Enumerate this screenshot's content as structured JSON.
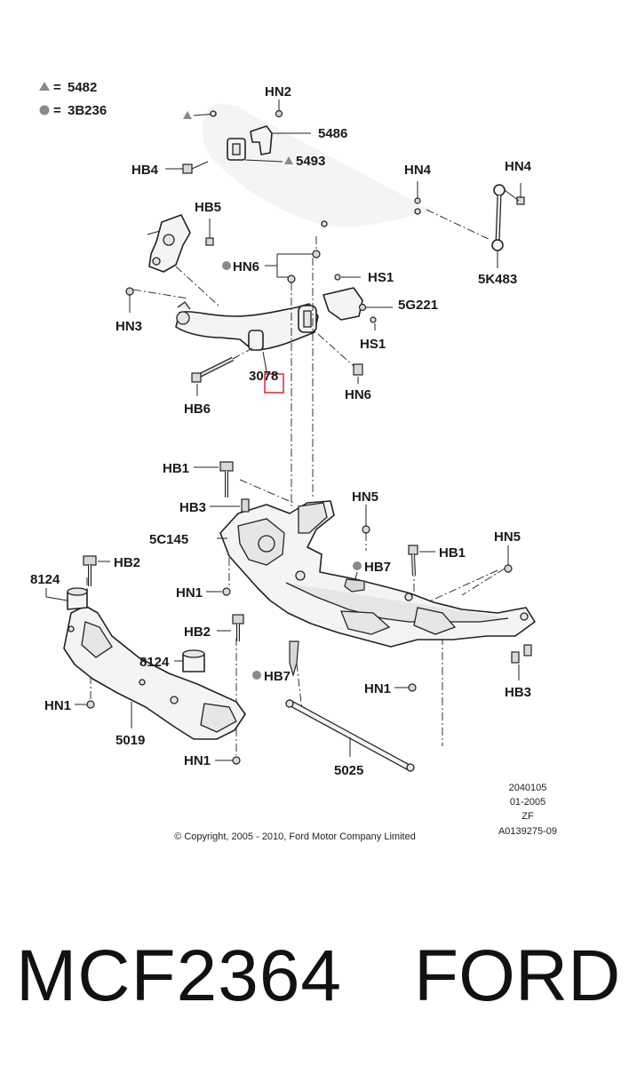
{
  "legend": {
    "triangle_code": "5482",
    "circle_code": "3B236"
  },
  "callouts": {
    "hn2": "HN2",
    "p5486": "5486",
    "hb4": "HB4",
    "p5493": "5493",
    "hn4_left": "HN4",
    "hn4_right": "HN4",
    "p5k483": "5K483",
    "hb5": "HB5",
    "hn6_top": "HN6",
    "hs1_top": "HS1",
    "p5g221": "5G221",
    "hs1_bottom": "HS1",
    "hn3": "HN3",
    "p3078": "3078",
    "hn6_bottom": "HN6",
    "hb6": "HB6",
    "hb1_left": "HB1",
    "hb3_left": "HB3",
    "hn5_top": "HN5",
    "p5c145": "5C145",
    "hn5_right": "HN5",
    "hb1_right": "HB1",
    "p8124_left": "8124",
    "hb2_left": "HB2",
    "hb7_top": "HB7",
    "hn1_a": "HN1",
    "hb2_mid": "HB2",
    "p8124_mid": "8124",
    "hb7_bottom": "HB7",
    "hn1_right": "HN1",
    "hb3_right": "HB3",
    "hn1_left": "HN1",
    "p5019": "5019",
    "hn1_bottom": "HN1",
    "p5025": "5025"
  },
  "meta_block": {
    "line1": "2040105",
    "line2": "01-2005",
    "line3": "ZF",
    "line4": "A0139275-09"
  },
  "copyright": "© Copyright, 2005 - 2010, Ford Motor Company Limited",
  "part_number": "MCF2364",
  "brand": "FORD",
  "colors": {
    "highlight_box": "#e0242b",
    "legend_marker": "#8a8a8a"
  }
}
